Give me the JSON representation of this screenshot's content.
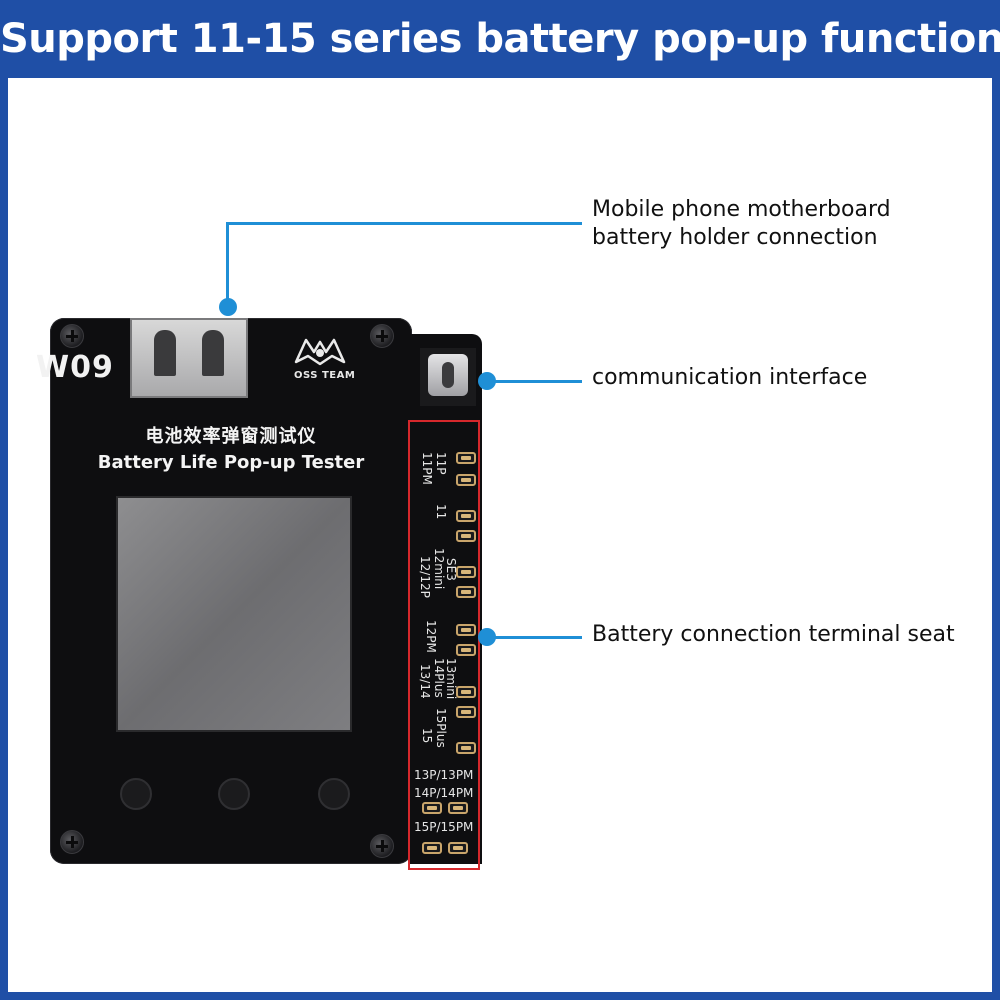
{
  "header": {
    "title": "Support 11-15 series battery pop-up function"
  },
  "device": {
    "model": "W09",
    "brand": "OSS TEAM",
    "name_cn": "电池效率弹窗测试仪",
    "name_en": "Battery Life Pop-up Tester"
  },
  "terminal_labels": [
    "11P",
    "11PM",
    "11",
    "SE3",
    "12mini",
    "12/12P",
    "12PM",
    "13mini",
    "14Plus",
    "13/14",
    "15Plus",
    "15",
    "13P/13PM",
    "14P/14PM",
    "15P/15PM"
  ],
  "callouts": {
    "battery_holder": [
      "Mobile phone motherboard",
      "battery holder connection"
    ],
    "communication": "communication interface",
    "terminal_seat": "Battery connection terminal seat"
  },
  "colors": {
    "banner": "#1f4fa6",
    "accent_line": "#1f8fd6",
    "highlight_box": "#d6282c",
    "device_body": "#0e0e10"
  },
  "icons": [
    "screw-icon",
    "oss-team-logo-icon",
    "usb-port-icon",
    "type-c-port-icon",
    "battery-pad-icon"
  ]
}
